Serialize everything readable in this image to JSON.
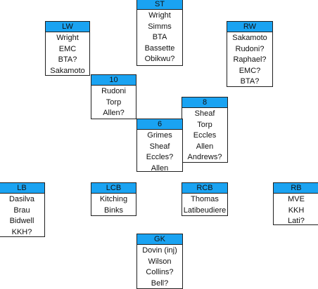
{
  "colors": {
    "header": "#1aa3f2",
    "border": "#1f1f1f",
    "background": "#ffffff"
  },
  "positions": [
    {
      "id": "st",
      "label": "ST",
      "players": [
        "Wright",
        "Simms",
        "BTA",
        "Bassette",
        "Obikwu?"
      ]
    },
    {
      "id": "lw",
      "label": "LW",
      "players": [
        "Wright",
        "EMC",
        "BTA?",
        "Sakamoto"
      ]
    },
    {
      "id": "rw",
      "label": "RW",
      "players": [
        "Sakamoto",
        "Rudoni?",
        "Raphael?",
        "EMC?",
        "BTA?"
      ]
    },
    {
      "id": "ten",
      "label": "10",
      "players": [
        "Rudoni",
        "Torp",
        "Allen?"
      ]
    },
    {
      "id": "eight",
      "label": "8",
      "players": [
        "Sheaf",
        "Torp",
        "Eccles",
        "Allen",
        "Andrews?"
      ]
    },
    {
      "id": "six",
      "label": "6",
      "players": [
        "Grimes",
        "Sheaf",
        "Eccles?",
        "Allen"
      ]
    },
    {
      "id": "lb",
      "label": "LB",
      "players": [
        "Dasilva",
        "Brau",
        "Bidwell",
        "KKH?"
      ]
    },
    {
      "id": "lcb",
      "label": "LCB",
      "players": [
        "Kitching",
        "Binks"
      ]
    },
    {
      "id": "rcb",
      "label": "RCB",
      "players": [
        "Thomas",
        "Latibeudiere"
      ]
    },
    {
      "id": "rb",
      "label": "RB",
      "players": [
        "MVE",
        "KKH",
        "Lati?"
      ]
    },
    {
      "id": "gk",
      "label": "GK",
      "players": [
        "Dovin (inj)",
        "Wilson",
        "Collins?",
        "Bell?"
      ]
    }
  ]
}
